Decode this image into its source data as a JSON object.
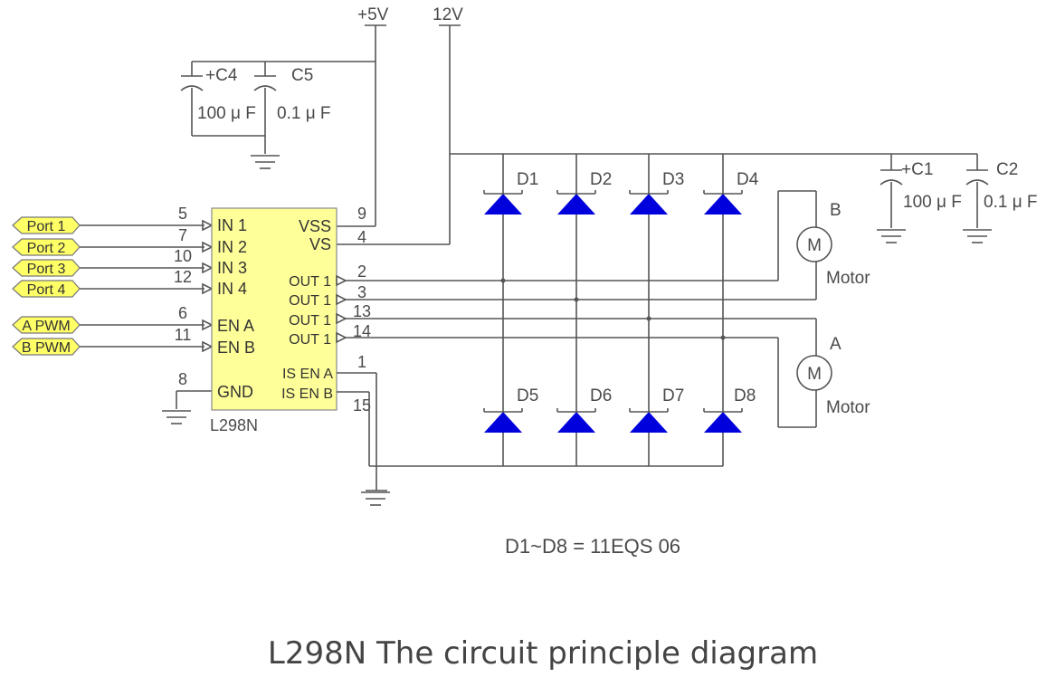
{
  "colors": {
    "wire": "#555555",
    "chip_fill": "#ffff99",
    "port_fill": "#ffff66",
    "diode_fill": "#0000dd",
    "text": "#4a4a4a"
  },
  "supplies": {
    "v5": "+5V",
    "v12": "12V"
  },
  "chip": {
    "name": "L298N",
    "left_pins": [
      {
        "label": "IN 1",
        "num": "5",
        "port": "Port 1"
      },
      {
        "label": "IN 2",
        "num": "7",
        "port": "Port 2"
      },
      {
        "label": "IN 3",
        "num": "10",
        "port": "Port 3"
      },
      {
        "label": "IN 4",
        "num": "12",
        "port": "Port 4"
      },
      {
        "label": "EN A",
        "num": "6",
        "port": "A PWM"
      },
      {
        "label": "EN B",
        "num": "11",
        "port": "B PWM"
      },
      {
        "label": "GND",
        "num": "8"
      }
    ],
    "right_pins": [
      {
        "label": "VSS",
        "num": "9"
      },
      {
        "label": "VS",
        "num": "4"
      },
      {
        "label": "OUT 1",
        "num": "2"
      },
      {
        "label": "OUT 1",
        "num": "3"
      },
      {
        "label": "OUT 1",
        "num": "13"
      },
      {
        "label": "OUT 1",
        "num": "14"
      },
      {
        "label": "IS EN A",
        "num": "1"
      },
      {
        "label": "IS EN B",
        "num": "15"
      }
    ]
  },
  "capacitors": [
    {
      "name": "+C4",
      "value": "100 μ F"
    },
    {
      "name": "C5",
      "value": "0.1 μ F"
    },
    {
      "name": "+C1",
      "value": "100 μ F"
    },
    {
      "name": "C2",
      "value": "0.1 μ F"
    }
  ],
  "diodes": [
    "D1",
    "D2",
    "D3",
    "D4",
    "D5",
    "D6",
    "D7",
    "D8"
  ],
  "motors": [
    {
      "symbol": "M",
      "label": "B",
      "caption": "Motor"
    },
    {
      "symbol": "M",
      "label": "A",
      "caption": "Motor"
    }
  ],
  "note": "D1~D8 = 11EQS 06",
  "title": "L298N The circuit principle diagram"
}
